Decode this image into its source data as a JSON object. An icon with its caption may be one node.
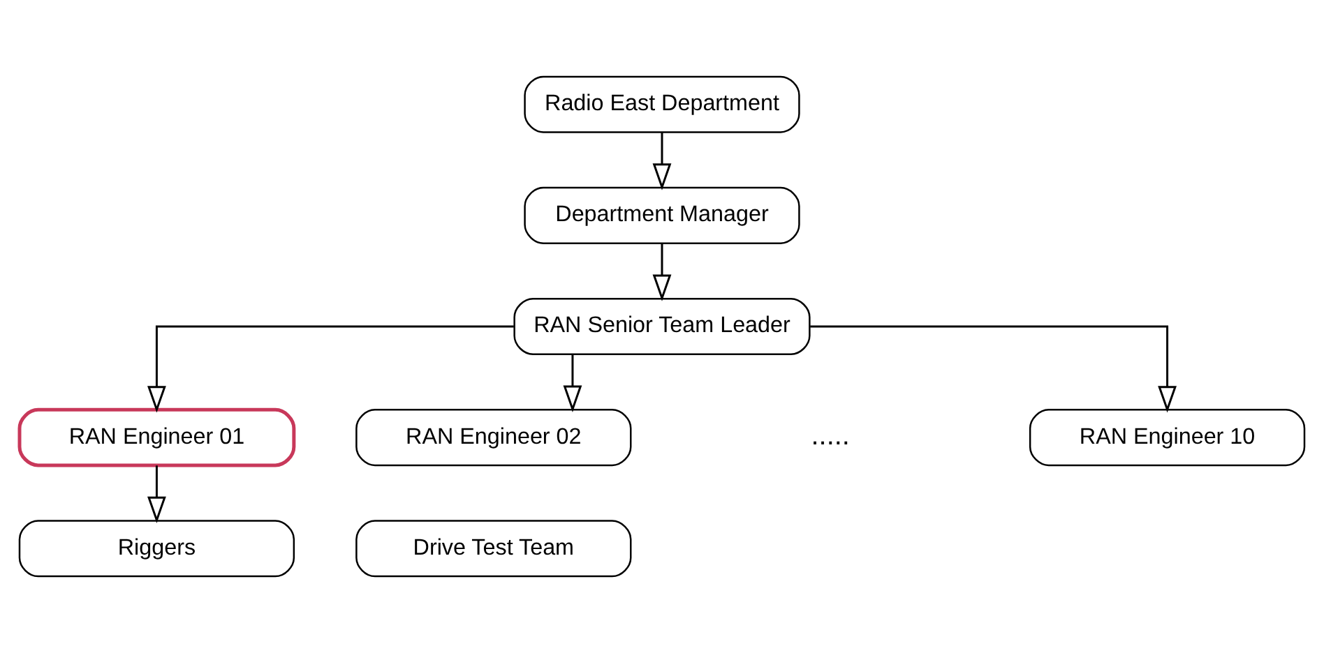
{
  "diagram": {
    "nodes": [
      {
        "text": [
          "Radio East Department"
        ]
      },
      {
        "text": [
          "Department Manager"
        ]
      },
      {
        "text": [
          "RAN Senior Team Leader"
        ]
      },
      {
        "text": [
          "RAN Engineer 01"
        ]
      },
      {
        "text": [
          "RAN Engineer 02"
        ]
      },
      {
        "text": [
          "RAN Engineer 10"
        ]
      },
      {
        "text": [
          "Riggers"
        ]
      },
      {
        "text": [
          "Drive Test Team"
        ]
      }
    ],
    "edges": [
      {
        "from": 0,
        "to": 1,
        "arrow": "to"
      },
      {
        "from": 1,
        "to": 2,
        "arrow": "to"
      },
      {
        "from": 2,
        "to": 3,
        "arrow": "to"
      },
      {
        "from": 2,
        "to": 4,
        "arrow": "to"
      },
      {
        "from": 2,
        "to": 5,
        "arrow": "to"
      },
      {
        "from": 3,
        "to": 6,
        "arrow": "to"
      }
    ],
    "labels": [
      "....."
    ]
  }
}
